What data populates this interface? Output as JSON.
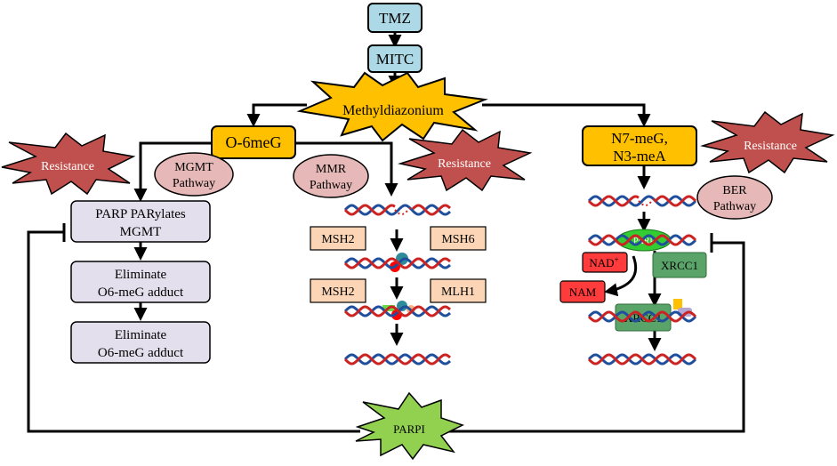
{
  "nodes": {
    "tmz": "TMZ",
    "mitc": "MITC",
    "methyldiazonium": "Methyldiazonium",
    "o6meg": "O-6meG",
    "n7meg_line1": "N7-meG,",
    "n7meg_line2": "N3-meA",
    "resistance_left": "Resistance",
    "resistance_mid": "Resistance",
    "resistance_right": "Resistance",
    "mgmt_pathway_line1": "MGMT",
    "mgmt_pathway_line2": "Pathway",
    "mmr_pathway_line1": "MMR",
    "mmr_pathway_line2": "Pathway",
    "ber_pathway_line1": "BER",
    "ber_pathway_line2": "Pathway",
    "parp_parylates_line1": "PARP PARylates",
    "parp_parylates_line2": "MGMT",
    "eliminate1_line1": "Eliminate",
    "eliminate1_line2": "O6-meG adduct",
    "eliminate2_line1": "Eliminate",
    "eliminate2_line2": "O6-meG adduct",
    "msh2_top": "MSH2",
    "msh6": "MSH6",
    "msh2_bottom": "MSH2",
    "mlh1": "MLH1",
    "parp_enzyme": "PARP",
    "nad_base": "NAD",
    "nad_sup": "+",
    "nam": "NAM",
    "xrcc1_top": "XRCC1",
    "xrcc1_bottom": "XRCC1",
    "parpi": "PARPI"
  },
  "colors": {
    "drug_box": "#add8e6",
    "methyldiazonium": "#ffc000",
    "lesion_box": "#ffc000",
    "resistance": "#c0504d",
    "pathway_ellipse": "#e6b8b7",
    "mgmt_steps": "#e4dfec",
    "mmr_protein": "#fbd5b5",
    "parp_enzyme": "#33cc33",
    "nad_nam": "#ff3b3b",
    "xrcc1": "#5aa469",
    "parpi": "#92d050",
    "dna_strand_red": "#cc2222",
    "dna_strand_blue": "#1f4e9c"
  }
}
